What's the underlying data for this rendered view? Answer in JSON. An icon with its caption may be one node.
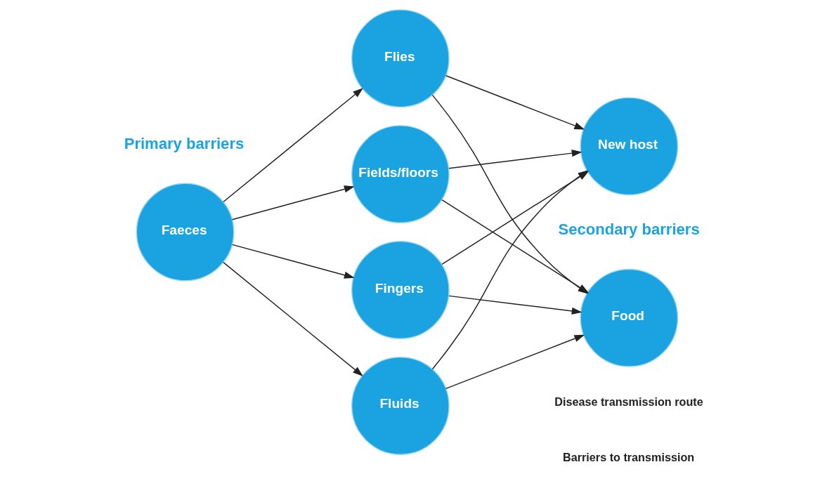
{
  "diagram": {
    "nodes": [
      {
        "text": [
          "Faeces"
        ]
      },
      {
        "text": [
          "Fingers"
        ]
      },
      {
        "text": [
          "Fluids"
        ]
      },
      {
        "text": [
          "Flies"
        ]
      },
      {
        "text": [
          "Fields/floors"
        ]
      },
      {
        "text": [
          "Food"
        ]
      },
      {
        "text": [
          "New host"
        ]
      }
    ],
    "edges": [
      {
        "from": 0,
        "to": 1,
        "arrow": "to"
      },
      {
        "from": 0,
        "to": 2,
        "arrow": "to"
      },
      {
        "from": 0,
        "to": 3,
        "arrow": "to"
      },
      {
        "from": 0,
        "to": 4,
        "arrow": "to"
      },
      {
        "from": 1,
        "to": 5,
        "arrow": "to"
      },
      {
        "from": 1,
        "to": 6,
        "arrow": "to"
      },
      {
        "from": 2,
        "to": 6,
        "arrow": "to"
      },
      {
        "from": 2,
        "to": 5,
        "arrow": "to"
      },
      {
        "from": 3,
        "to": 5,
        "arrow": "to"
      },
      {
        "from": 3,
        "to": 6,
        "arrow": "to"
      },
      {
        "from": 4,
        "to": 5,
        "arrow": "to"
      },
      {
        "from": 4,
        "to": 6,
        "arrow": "to"
      }
    ],
    "labels": [
      "Primary barriers",
      "Secondary barriers"
    ],
    "legend": [
      {
        "text": "Disease transmission route"
      },
      {
        "text": "Barriers to transmission"
      }
    ]
  }
}
